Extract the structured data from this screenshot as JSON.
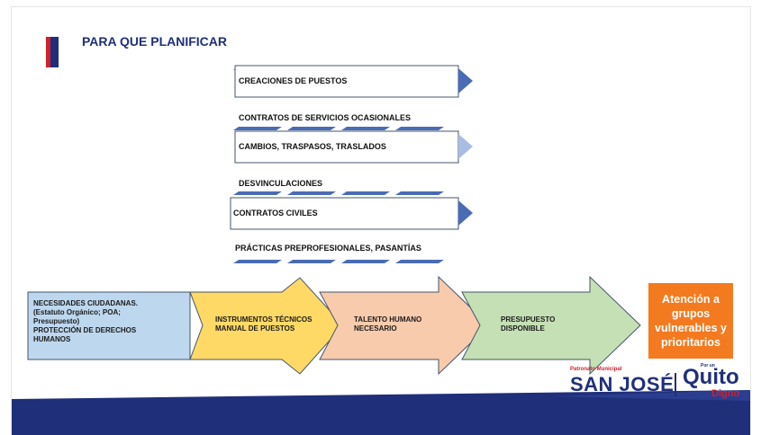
{
  "slide": {
    "title": "PARA QUE PLANIFICAR",
    "options": [
      "CREACIONES DE PUESTOS",
      "CONTRATOS DE SERVICIOS OCASIONALES",
      "CAMBIOS, TRASPASOS, TRASLADOS",
      "DESVINCULACIONES",
      "CONTRATOS CIVILES",
      "PRÁCTICAS PREPROFESIONALES, PASANTÍAS"
    ],
    "flow": {
      "step1": [
        "NECESIDADES CIUDADANAS.",
        "(Estatuto Orgánico; POA;",
        "Presupuesto)",
        "PROTECCIÓN DE DERECHOS",
        "HUMANOS"
      ],
      "step2": [
        "INSTRUMENTOS TÉCNICOS",
        "MANUAL DE PUESTOS"
      ],
      "step3": [
        "TALENTO HUMANO",
        "NECESARIO"
      ],
      "step4": [
        "PRESUPUESTO",
        "DISPONIBLE"
      ],
      "outcome": "Atención a grupos vulnerables y prioritarios"
    },
    "logo": {
      "patronato": "Patronato Municipal",
      "san_jose": "SAN JOSÉ",
      "por_un": "Por un",
      "quito": "Quito",
      "digno": "Digno"
    },
    "colors": {
      "navy": "#1f2f7a",
      "red": "#d0202e",
      "step1": "#bdd7ee",
      "step2": "#ffd966",
      "step3": "#f8cbad",
      "step4": "#c5e0b4",
      "outcome": "#f47a20"
    }
  }
}
